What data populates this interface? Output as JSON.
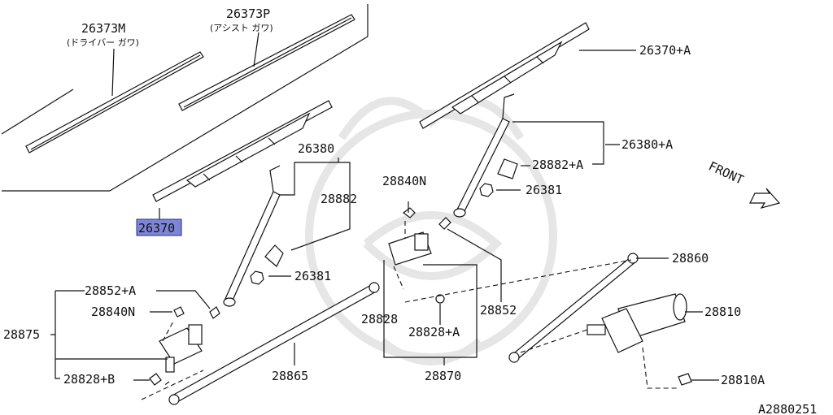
{
  "labels": {
    "p26373M": "26373M",
    "p26373M_note": "(ドライバー ガワ)",
    "p26373P": "26373P",
    "p26373P_note": "(アシスト ガワ)",
    "p26370A": "26370+A",
    "p26380A": "26380+A",
    "p26380": "26380",
    "p28882": "28882",
    "p28882A": "28882+A",
    "p26381a": "26381",
    "p26381b": "26381",
    "p28840N_mid": "28840N",
    "p26370": "26370",
    "p28860": "28860",
    "p28852A": "28852+A",
    "p28840N_left": "28840N",
    "p28875": "28875",
    "p28828B": "28828+B",
    "p28865": "28865",
    "p28828": "28828",
    "p28828A": "28828+A",
    "p28852": "28852",
    "p28870": "28870",
    "p28810": "28810",
    "p28810A": "28810A",
    "front": "FRONT",
    "code": "A2880251"
  },
  "highlight_color": "#7f85d6"
}
